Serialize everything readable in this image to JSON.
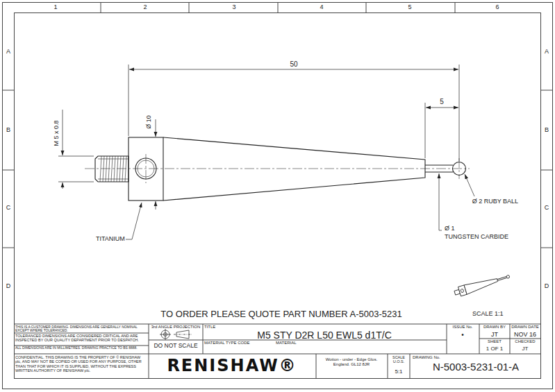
{
  "diagram": {
    "title": "M5 STY D2R L50 EWL5 d1T/C",
    "labels": [
      "1",
      "2",
      "3",
      "4",
      "5",
      "6",
      "A",
      "A",
      "B",
      "B",
      "C",
      "C",
      "D",
      "D",
      "50",
      "M 5 x 0.8",
      "Ø 10",
      "5",
      "Ø 2 RUBY BALL",
      "Ø 1",
      "TUNGSTEN CARBIDE",
      "TITANIUM",
      "TO ORDER PLEASE QUOTE PART NUMBER A-5003-5231",
      "SCALE 1:1",
      "THIS IS A CUSTOMER DRAWING. DIMENSIONS ARE GENERALLY NOMINAL EXCEPT WHERE TOLERANCED.",
      "TOLERANCED DIMENSIONS ARE CONSIDERED CRITICAL AND ARE INSPECTED BY OUR QUALITY DEPARTMENT PRIOR TO DESPATCH.",
      "ALL DIMENSIONS ARE IN MILLIMETRES. DRAWING PRACTICE TO BS 8888.",
      "3rd ANGLE PROJECTION",
      "DO NOT SCALE",
      "TITLE",
      "ISSUE No.",
      "•",
      "DRAWN BY",
      "JT",
      "DRAWN DATE",
      "NOV 16",
      "MATERIAL TYPE CODE",
      "MATERIAL",
      "SHEET",
      "1 OF 1",
      "CHECKED",
      "JT",
      "CONFIDENTIAL. THIS DRAWING IS THE PROPERTY OF © RENISHAW plc, AND MAY NOT BE COPIED OR USED FOR ANY PURPOSE, OTHER THAN THAT FOR WHICH IT IS SUPPLIED, WITHOUT THE EXPRESS WRITTEN AUTHORITY OF RENISHAW plc.",
      "RENISHAW®",
      "Wotton - under - Edge Glos. England. GL12 8JR",
      "SCALE U.O.S.",
      "5:1",
      "DRAWING No.",
      "N-5003-5231-01-A"
    ]
  }
}
